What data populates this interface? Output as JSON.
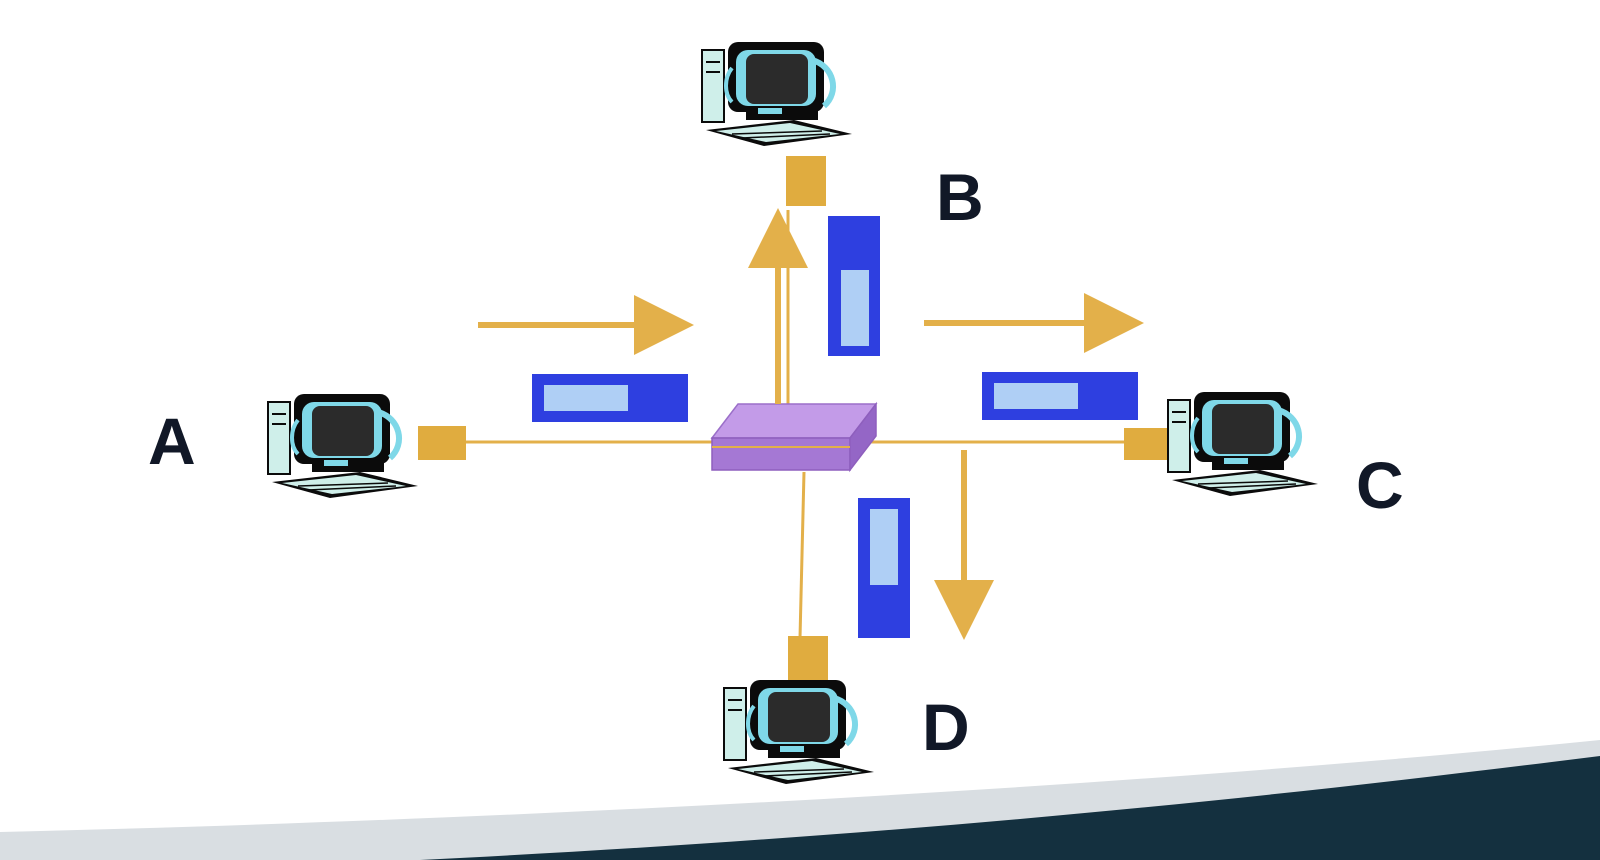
{
  "diagram": {
    "nodes": [
      {
        "id": "A",
        "label": "A"
      },
      {
        "id": "B",
        "label": "B"
      },
      {
        "id": "C",
        "label": "C"
      },
      {
        "id": "D",
        "label": "D"
      }
    ],
    "hub": {
      "name": "switch"
    },
    "colors": {
      "link": "#E3B04A",
      "port": "#E0AC3F",
      "arrow": "#E3B04A",
      "frame_outer": "#2E3FE0",
      "frame_inner": "#AFCFF5",
      "hub_top": "#C39BE8",
      "hub_side": "#A578D4",
      "label": "#111827",
      "footer_dark": "#14303F",
      "footer_light": "#D9DEE2"
    },
    "icons": [
      "computer-icon",
      "switch-icon",
      "frame-icon",
      "arrow-icon"
    ]
  }
}
